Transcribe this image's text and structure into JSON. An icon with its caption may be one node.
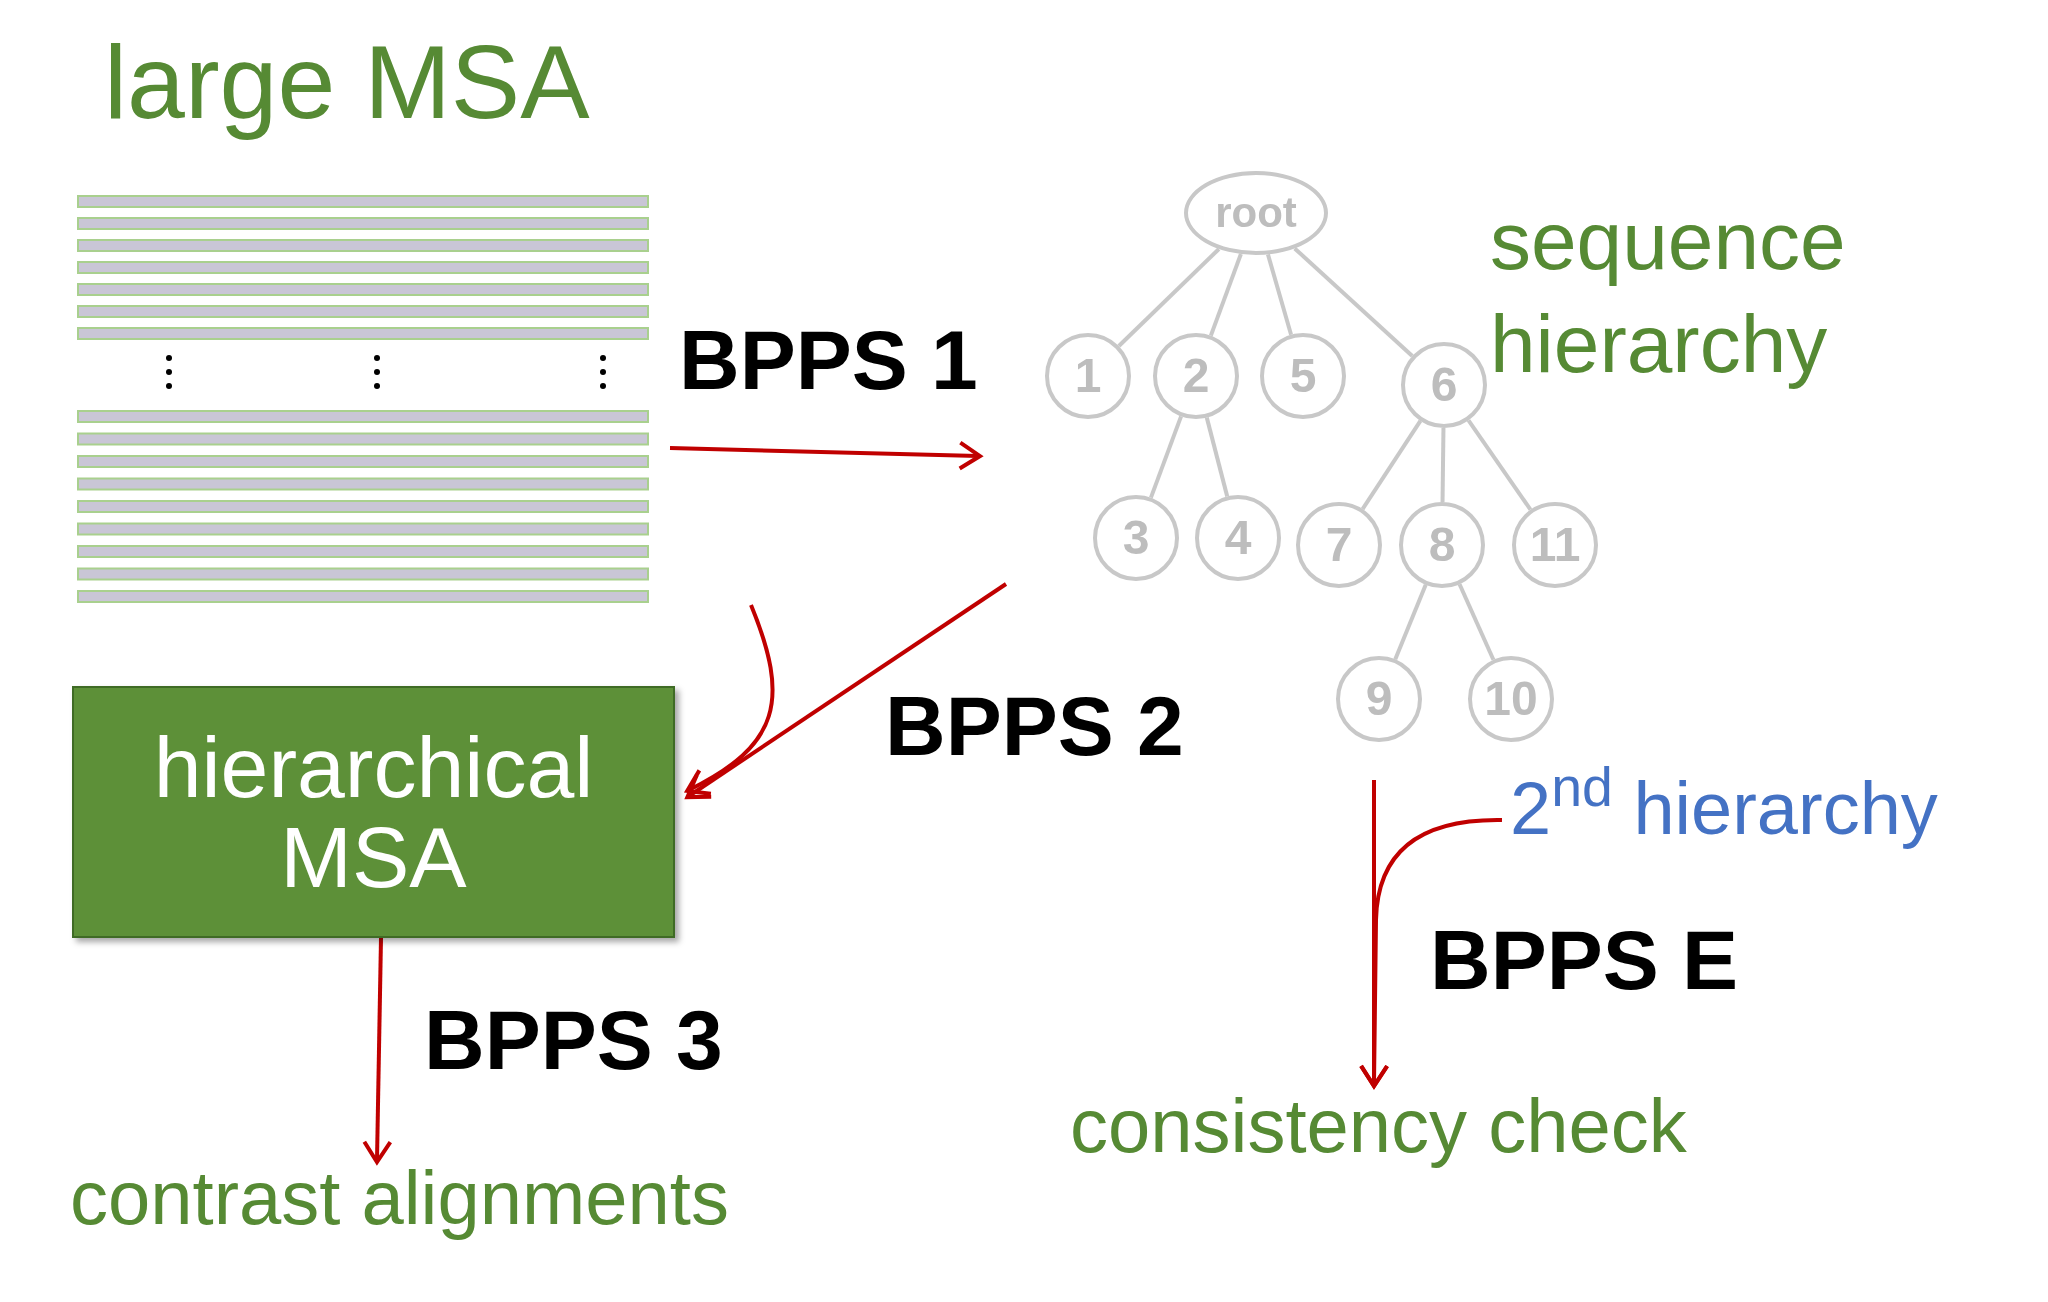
{
  "diagram": {
    "nodes": [
      {
        "text": [
          "large MSA"
        ]
      },
      {
        "text": [
          "sequence hierarchy"
        ]
      },
      {
        "text": [
          "root"
        ],
        "in": 1
      },
      {
        "text": [
          "1"
        ],
        "in": 1
      },
      {
        "text": [
          "2"
        ],
        "in": 1
      },
      {
        "text": [
          "5"
        ],
        "in": 1
      },
      {
        "text": [
          "6"
        ],
        "in": 1
      },
      {
        "text": [
          "3"
        ],
        "in": 1
      },
      {
        "text": [
          "4"
        ],
        "in": 1
      },
      {
        "text": [
          "7"
        ],
        "in": 1
      },
      {
        "text": [
          "8"
        ],
        "in": 1
      },
      {
        "text": [
          "11"
        ],
        "in": 1
      },
      {
        "text": [
          "9"
        ],
        "in": 1
      },
      {
        "text": [
          "10"
        ],
        "in": 1
      },
      {
        "text": [
          "hierarchical MSA"
        ]
      },
      {
        "text": [
          "2$^{nd}$ hierarchy"
        ]
      },
      {
        "text": [
          "contrast alignments"
        ]
      },
      {
        "text": [
          "consistency check"
        ]
      }
    ],
    "edges": [
      {
        "from": 0,
        "to": 1,
        "arrow": "to",
        "label": "BPPS 1",
        "color": "#c00000"
      },
      {
        "from": 0,
        "to": 14,
        "arrow": "to",
        "color": "#c00000"
      },
      {
        "from": 1,
        "to": 14,
        "arrow": "to",
        "label": "BPPS 2",
        "color": "#c00000"
      },
      {
        "from": 14,
        "to": 16,
        "arrow": "to",
        "label": "BPPS 3",
        "color": "#c00000"
      },
      {
        "from": 1,
        "to": 17,
        "arrow": "to",
        "label": "BPPS E",
        "color": "#c00000"
      },
      {
        "from": 15,
        "to": 17,
        "arrow": "to",
        "color": "#c00000"
      },
      {
        "from": 2,
        "to": 3,
        "arrow": "none"
      },
      {
        "from": 2,
        "to": 4,
        "arrow": "none"
      },
      {
        "from": 2,
        "to": 5,
        "arrow": "none"
      },
      {
        "from": 2,
        "to": 6,
        "arrow": "none"
      },
      {
        "from": 4,
        "to": 7,
        "arrow": "none"
      },
      {
        "from": 4,
        "to": 8,
        "arrow": "none"
      },
      {
        "from": 6,
        "to": 9,
        "arrow": "none"
      },
      {
        "from": 6,
        "to": 10,
        "arrow": "none"
      },
      {
        "from": 6,
        "to": 11,
        "arrow": "none"
      },
      {
        "from": 10,
        "to": 12,
        "arrow": "none"
      },
      {
        "from": 10,
        "to": 13,
        "arrow": "none"
      }
    ]
  }
}
